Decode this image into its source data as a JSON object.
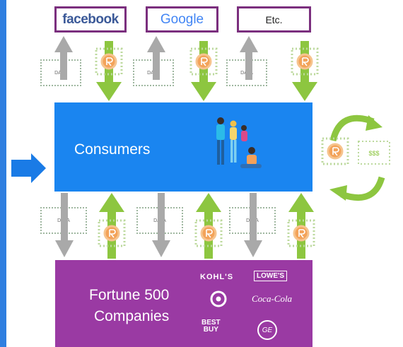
{
  "platforms": {
    "facebook": "facebook",
    "google": "Google",
    "etc": "Etc."
  },
  "consumers": {
    "label": "Consumers"
  },
  "fortune": {
    "line1": "Fortune 500",
    "line2": "Companies"
  },
  "data_label": "DATA",
  "currency_label": "$$$",
  "brands": {
    "kohls": "KOHL'S",
    "lowes": "LOWE'S",
    "coca_cola": "Coca-Cola",
    "bestbuy_line1": "BEST",
    "bestbuy_line2": "BUY",
    "ge": "GE"
  },
  "colors": {
    "accent_blue": "#1a85f0",
    "fortune_purple": "#9a3aa3",
    "platform_border": "#7b2f7e",
    "arrow_green": "#8dc640",
    "arrow_gray": "#a9a9a9",
    "token_orange": "#f3a35a"
  }
}
